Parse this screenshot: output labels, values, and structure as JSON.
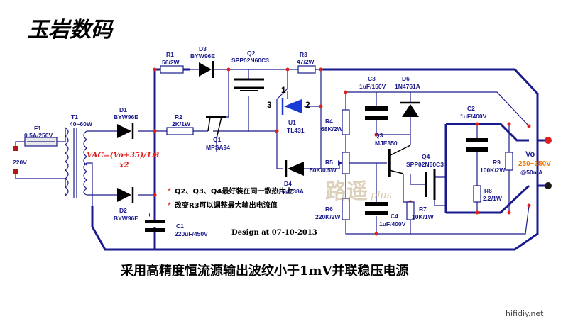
{
  "brand": "玉岩数码",
  "title": "采用高精度恒流源输出波纹小于1mV并联稳压电源",
  "design": "Design at  07-10-2013",
  "site": "hifidiy.net",
  "watermark": {
    "main": "路遥",
    "sub": "plus"
  },
  "vac_formula": {
    "line1": "VAC=(Vo+35)/1.3",
    "line2": "x2"
  },
  "notes": [
    "Q2、Q3、Q4最好装在同一散热片上",
    "改变R3可以调整最大输出电流值"
  ],
  "input_voltage": "220V",
  "output": {
    "label": "Vo",
    "range": "250~350V",
    "current": "@50mA"
  },
  "components": {
    "F1": {
      "name": "F1",
      "value": "0.5A/250V"
    },
    "T1": {
      "name": "T1",
      "value": "40~60W"
    },
    "D1": {
      "name": "D1",
      "value": "BYW96E"
    },
    "D2": {
      "name": "D2",
      "value": "BYW96E"
    },
    "D3": {
      "name": "D3",
      "value": "BYW96E"
    },
    "R1": {
      "name": "R1",
      "value": "56/2W"
    },
    "R2": {
      "name": "R2",
      "value": "2K/1W"
    },
    "Q1": {
      "name": "Q1",
      "value": "MPSA94"
    },
    "Q2": {
      "name": "Q2",
      "value": "SPP02N60C3"
    },
    "R3": {
      "name": "R3",
      "value": "47/2W"
    },
    "U1": {
      "name": "U1",
      "value": "TL431"
    },
    "D4": {
      "name": "D4",
      "value": "1N4738A"
    },
    "C1": {
      "name": "C1",
      "value": "220uF/450V"
    },
    "C3": {
      "name": "C3",
      "value": "1uF/150V"
    },
    "D6": {
      "name": "D6",
      "value": "1N4761A"
    },
    "R4": {
      "name": "R4",
      "value": "68K/2W"
    },
    "R5": {
      "name": "R5",
      "value": "50K/0.5W"
    },
    "R6": {
      "name": "R6",
      "value": "220K/2W"
    },
    "Q3": {
      "name": "Q3",
      "value": "MJE350"
    },
    "C4": {
      "name": "C4",
      "value": "1uF/400V"
    },
    "R7": {
      "name": "R7",
      "value": "10K/1W"
    },
    "Q4": {
      "name": "Q4",
      "value": "SPP02N60C3"
    },
    "C2": {
      "name": "C2",
      "value": "1uF/400V"
    },
    "R9": {
      "name": "R9",
      "value": "100K/2W"
    },
    "R8": {
      "name": "R8",
      "value": "2.2/1W"
    }
  },
  "u1_pins": {
    "p1": "1",
    "p2": "2",
    "p3": "3"
  },
  "c1_polarity": "+"
}
